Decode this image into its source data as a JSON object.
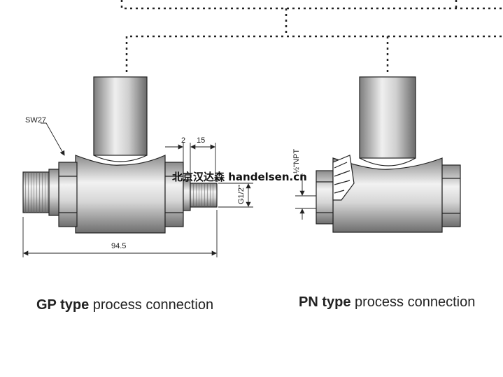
{
  "labels": {
    "wrench_size": "SW27",
    "dim_2": "2",
    "dim_15": "15",
    "thread_gp": "G1/2\"",
    "thread_pn": "½\"NPT",
    "overall_length": "94.5"
  },
  "captions": {
    "gp_bold": "GP type",
    "gp_rest": " process connection",
    "pn_bold": "PN type",
    "pn_rest": " process connection"
  },
  "watermark": "北京汉达森 handelsen.cn",
  "colors": {
    "line": "#222222",
    "metal_dark": "#7a7a7a",
    "metal_light": "#eeeeee"
  }
}
